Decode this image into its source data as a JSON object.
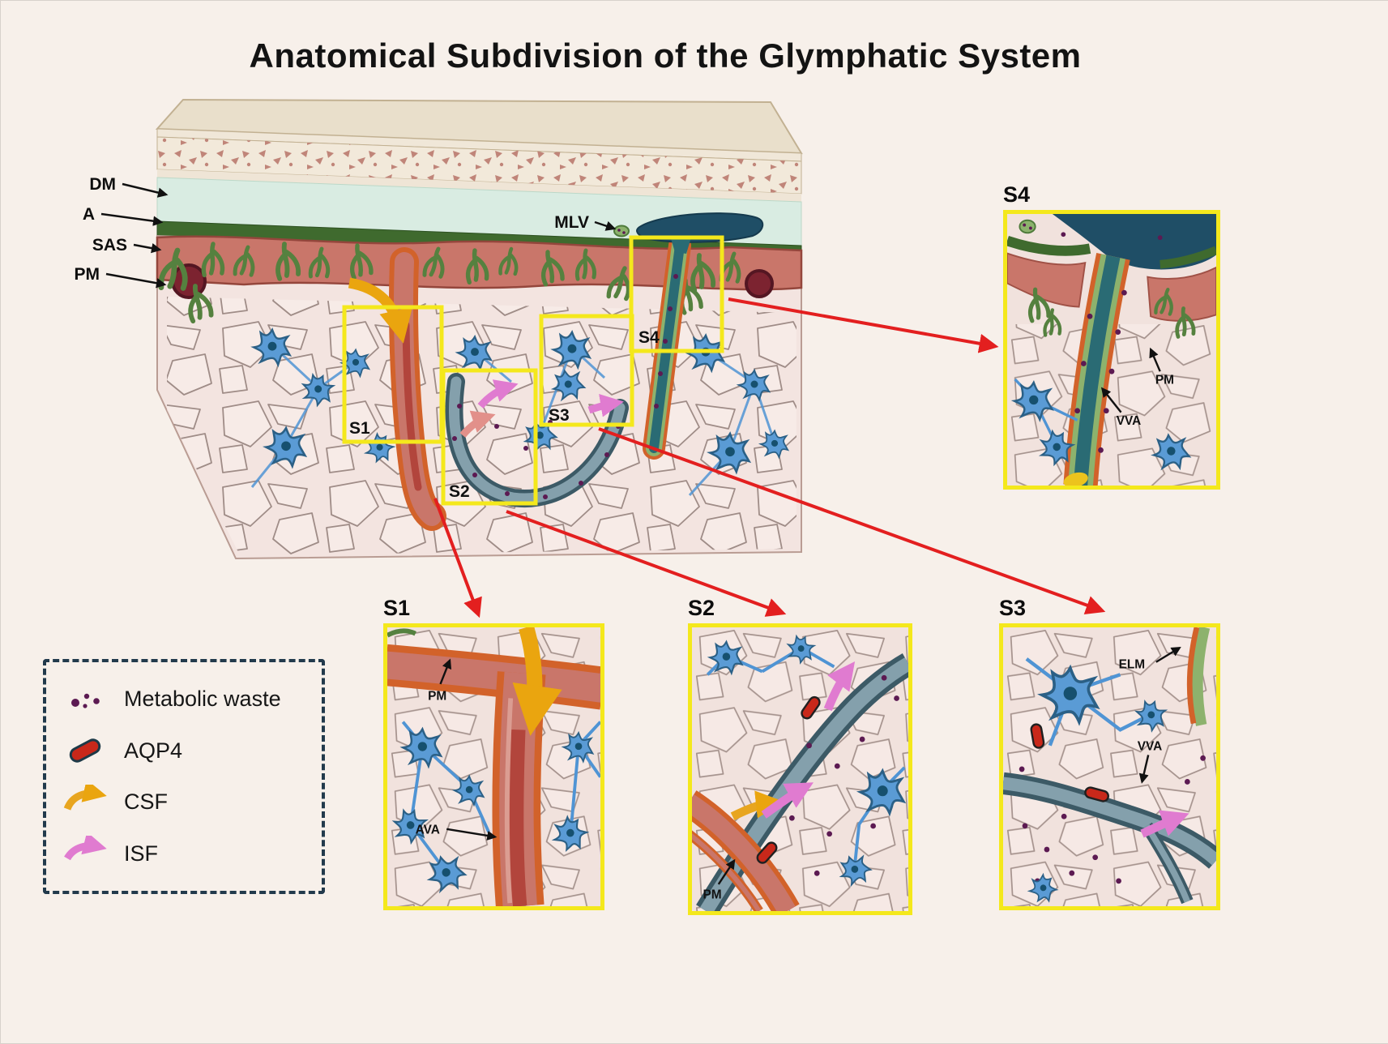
{
  "title": "Anatomical Subdivision of the Glymphatic System",
  "main": {
    "labels": {
      "dm": "DM",
      "a": "A",
      "sas": "SAS",
      "pm": "PM",
      "mlv": "MLV"
    },
    "regions": {
      "s1": "S1",
      "s2": "S2",
      "s3": "S3",
      "s4": "S4"
    }
  },
  "insets": {
    "s1": {
      "title": "S1",
      "labels": {
        "pm": "PM",
        "ava": "AVA"
      }
    },
    "s2": {
      "title": "S2",
      "labels": {
        "pm": "PM"
      }
    },
    "s3": {
      "title": "S3",
      "labels": {
        "elm": "ELM",
        "vva": "VVA"
      }
    },
    "s4": {
      "title": "S4",
      "labels": {
        "pm": "PM",
        "vva": "VVA"
      }
    }
  },
  "legend": {
    "items": [
      {
        "icon": "metabolic-waste-dots",
        "label": "Metabolic waste"
      },
      {
        "icon": "aqp4-channel",
        "label": "AQP4"
      },
      {
        "icon": "csf-flow-arrow",
        "label": "CSF"
      },
      {
        "icon": "isf-flow-arrow",
        "label": "ISF"
      }
    ]
  },
  "colors": {
    "background": "#f7f0ea",
    "highlight_box": "#f4e81c",
    "pointer_arrow": "#e31f1f",
    "csf_arrow": "#eaa50f",
    "isf_arrow": "#e07bd0",
    "metabolic_waste": "#5c1a52",
    "aqp4": "#c8281a",
    "artery": "#c9766a",
    "pia_sheath": "#d2622a",
    "vein": "#5d7d8f",
    "venous_sinus": "#1f4e66",
    "astrocyte": "#5a9bd5",
    "legend_border": "#223a4c"
  }
}
